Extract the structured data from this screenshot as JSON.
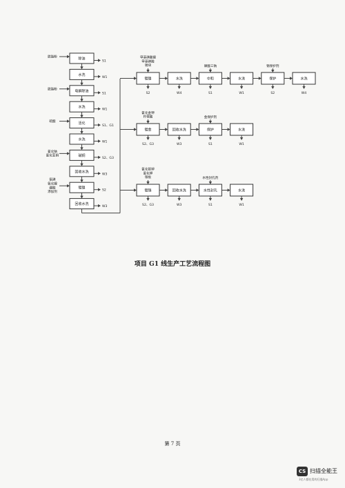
{
  "diagram": {
    "main_line": {
      "steps": [
        "除油",
        "水洗",
        "电解除油",
        "水洗",
        "活化",
        "水洗",
        "碱铜",
        "回收水洗",
        "镀镍",
        "回收水洗"
      ],
      "inputs": [
        "脱脂粉",
        "",
        "脱脂粉",
        "",
        "硫酸",
        "",
        "氰化钠\n氰化亚铜",
        "",
        "氨磺\n氨化镍\n硼酸\n添加剂",
        ""
      ],
      "outputs": [
        "S1",
        "W1",
        "S1",
        "W1",
        "S1、G1",
        "W1",
        "S2、G3",
        "W3",
        "S2",
        "W3"
      ]
    },
    "branch_1": {
      "steps": [
        "镀镍",
        "水洗",
        "中和",
        "水洗",
        "保护",
        "水洗"
      ],
      "inputs": [
        "甲基磺酸镍\n甲基磺酸\n锡块",
        "",
        "磷酸三钠",
        "",
        "锡保护剂",
        ""
      ],
      "outputs": [
        "S2",
        "W4",
        "S1",
        "W1",
        "S2",
        "W4"
      ]
    },
    "branch_2": {
      "steps": [
        "镀金",
        "回收水洗",
        "保护",
        "水洗"
      ],
      "inputs": [
        "氰化金钾\n柠檬酸",
        "",
        "金保护剂",
        ""
      ],
      "outputs": [
        "S2、G3",
        "W3",
        "S1",
        "W1"
      ]
    },
    "branch_3": {
      "steps": [
        "镀锡",
        "回收水洗",
        "水性封孔",
        "水洗"
      ],
      "inputs": [
        "氰化银钾\n氰化钾\n银板",
        "",
        "水性封孔剂",
        ""
      ],
      "outputs": [
        "S2、G3",
        "W3",
        "S1",
        "W1"
      ]
    }
  },
  "caption": "项目 G1 线生产工艺流程图",
  "page_number": "第 7 页",
  "watermark": {
    "logo": "CS",
    "title": "扫描全能王",
    "subtitle": "3亿人都在用的扫描App"
  }
}
